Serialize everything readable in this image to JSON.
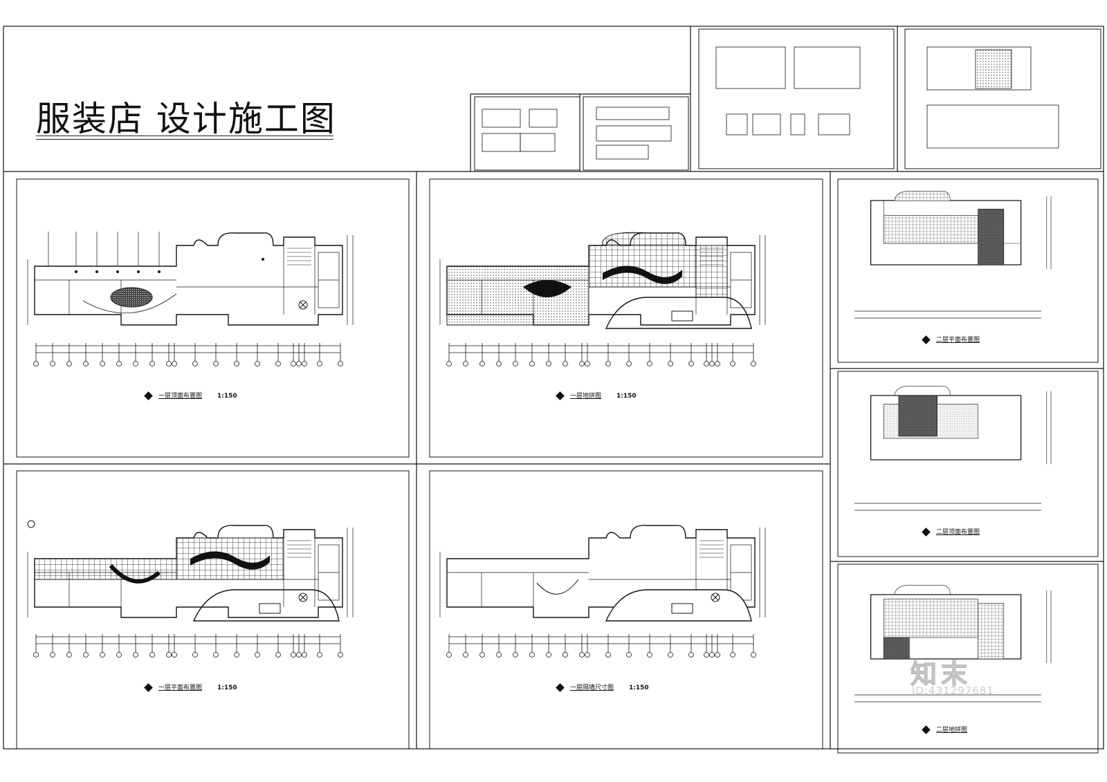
{
  "title": "服装店  设计施工图",
  "drawings": [
    {
      "id": "d1",
      "label": "一层顶面布置图",
      "scale": "1:150"
    },
    {
      "id": "d2",
      "label": "一层地拼图",
      "scale": "1:150"
    },
    {
      "id": "d3",
      "label": "一层平面布置图",
      "scale": "1:150"
    },
    {
      "id": "d4",
      "label": "一层隔墙尺寸图",
      "scale": "1:150"
    },
    {
      "id": "d5",
      "label": "二层平面布置图",
      "scale": ""
    },
    {
      "id": "d6",
      "label": "二层顶面布置图",
      "scale": ""
    },
    {
      "id": "d7",
      "label": "二层地拼图",
      "scale": ""
    }
  ],
  "watermark": {
    "brand": "知末",
    "id": "ID:431297681"
  },
  "colors": {
    "line": "#111111",
    "paper": "#ffffff"
  }
}
